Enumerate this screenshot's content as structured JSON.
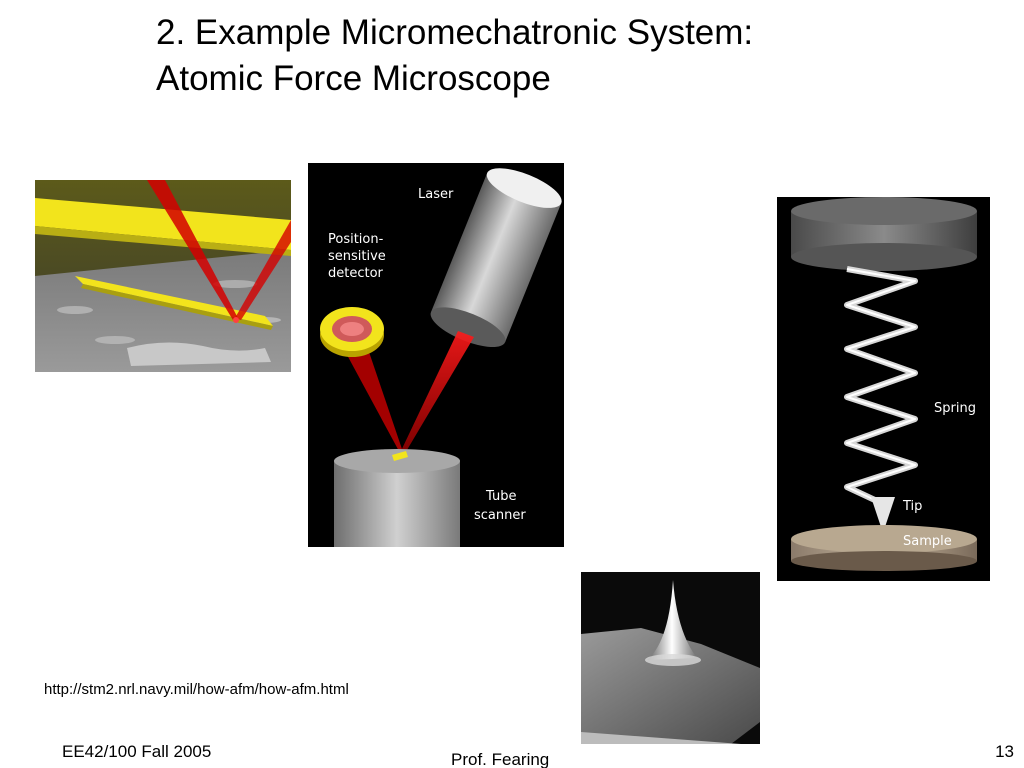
{
  "slide": {
    "title_line1": "2. Example Micromechatronic System:",
    "title_line2": "Atomic Force Microscope",
    "source_url": "http://stm2.nrl.navy.mil/how-afm/how-afm.html",
    "footer_left": "EE42/100 Fall 2005",
    "footer_center": "Prof. Fearing",
    "page_number": "13"
  },
  "figure_afm_setup": {
    "label_laser": "Laser",
    "label_detector_line1": "Position-",
    "label_detector_line2": "sensitive",
    "label_detector_line3": "detector",
    "label_scanner_line1": "Tube",
    "label_scanner_line2": "scanner"
  },
  "figure_spring": {
    "label_spring": "Spring",
    "label_tip": "Tip",
    "label_sample": "Sample"
  },
  "colors": {
    "laser_red": "#d40000",
    "cantilever_yellow": "#f2e41c",
    "background": "#ffffff"
  }
}
